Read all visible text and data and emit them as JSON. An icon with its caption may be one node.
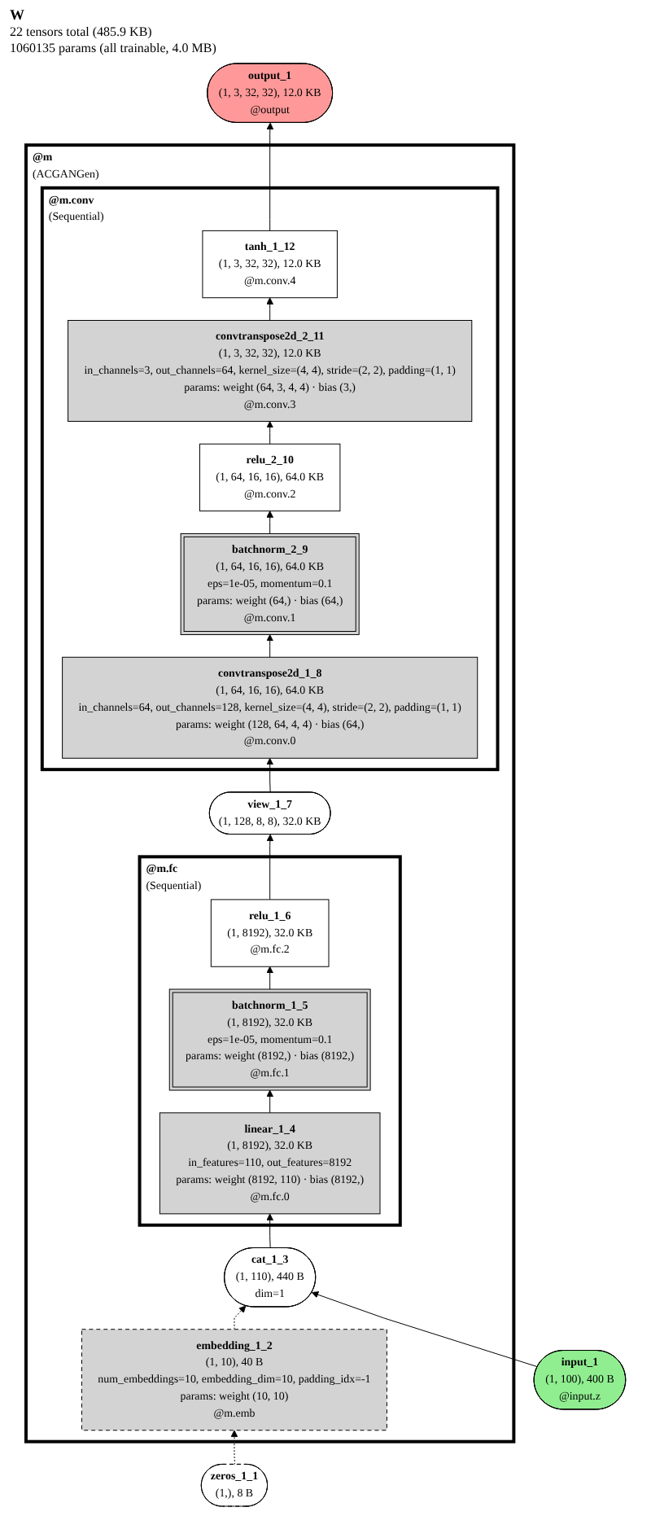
{
  "diagram": {
    "title": "W",
    "labels": [
      "22 tensors total (485.9 KB)",
      "1060135 params (all trainable, 4.0 MB)"
    ],
    "nodes": [
      {
        "text": [
          "output_1",
          "(1, 3, 32, 32), 12.0 KB",
          "@output"
        ]
      },
      {
        "text": [
          "@m",
          "(ACGANGen)"
        ]
      },
      {
        "text": [
          "@m.conv",
          "(Sequential)"
        ],
        "in": 1
      },
      {
        "text": [
          "tanh_1_12",
          "(1, 3, 32, 32), 12.0 KB",
          "@m.conv.4"
        ],
        "in": 2
      },
      {
        "text": [
          "convtranspose2d_2_11",
          "(1, 3, 32, 32), 12.0 KB",
          "in_channels=3, out_channels=64, kernel_size=(4, 4), stride=(2, 2), padding=(1, 1)",
          "params: weight (64, 3, 4, 4) · bias (3,)",
          "@m.conv.3"
        ],
        "in": 2
      },
      {
        "text": [
          "relu_2_10",
          "(1, 64, 16, 16), 64.0 KB",
          "@m.conv.2"
        ],
        "in": 2
      },
      {
        "text": [
          "batchnorm_2_9",
          "(1, 64, 16, 16), 64.0 KB",
          "eps=1e-05, momentum=0.1",
          "params: weight (64,) · bias (64,)",
          "@m.conv.1"
        ],
        "in": 2
      },
      {
        "text": [
          "convtranspose2d_1_8",
          "(1, 64, 16, 16), 64.0 KB",
          "in_channels=64, out_channels=128, kernel_size=(4, 4), stride=(2, 2), padding=(1, 1)",
          "params: weight (128, 64, 4, 4) · bias (64,)",
          "@m.conv.0"
        ],
        "in": 2
      },
      {
        "text": [
          "view_1_7",
          "(1, 128, 8, 8), 32.0 KB"
        ],
        "in": 1
      },
      {
        "text": [
          "@m.fc",
          "(Sequential)"
        ],
        "in": 1
      },
      {
        "text": [
          "relu_1_6",
          "(1, 8192), 32.0 KB",
          "@m.fc.2"
        ],
        "in": 9
      },
      {
        "text": [
          "batchnorm_1_5",
          "(1, 8192), 32.0 KB",
          "eps=1e-05, momentum=0.1",
          "params: weight (8192,) · bias (8192,)",
          "@m.fc.1"
        ],
        "in": 9
      },
      {
        "text": [
          "linear_1_4",
          "(1, 8192), 32.0 KB",
          "in_features=110, out_features=8192",
          "params: weight (8192, 110) · bias (8192,)",
          "@m.fc.0"
        ],
        "in": 9
      },
      {
        "text": [
          "cat_1_3",
          "(1, 110), 440 B",
          "dim=1"
        ],
        "in": 1
      },
      {
        "text": [
          "input_1",
          "(1, 100), 400 B",
          "@input.z"
        ]
      },
      {
        "text": [
          "embedding_1_2",
          "(1, 10), 40 B",
          "num_embeddings=10, embedding_dim=10, padding_idx=-1",
          "params: weight (10, 10)",
          "@m.emb"
        ],
        "in": 1
      },
      {
        "text": [
          "zeros_1_1",
          "(1,), 8 B"
        ]
      }
    ],
    "edges": [
      {
        "from": 16,
        "to": 15,
        "arrow": "to",
        "style": "dashed"
      },
      {
        "from": 15,
        "to": 13,
        "arrow": "to",
        "style": "dashed"
      },
      {
        "from": 14,
        "to": 13,
        "arrow": "to"
      },
      {
        "from": 13,
        "to": 12,
        "arrow": "to"
      },
      {
        "from": 12,
        "to": 11,
        "arrow": "to"
      },
      {
        "from": 11,
        "to": 10,
        "arrow": "to"
      },
      {
        "from": 10,
        "to": 8,
        "arrow": "to"
      },
      {
        "from": 8,
        "to": 7,
        "arrow": "to"
      },
      {
        "from": 7,
        "to": 6,
        "arrow": "to"
      },
      {
        "from": 6,
        "to": 5,
        "arrow": "to"
      },
      {
        "from": 5,
        "to": 4,
        "arrow": "to"
      },
      {
        "from": 4,
        "to": 3,
        "arrow": "to"
      },
      {
        "from": 3,
        "to": 0,
        "arrow": "to"
      }
    ]
  }
}
